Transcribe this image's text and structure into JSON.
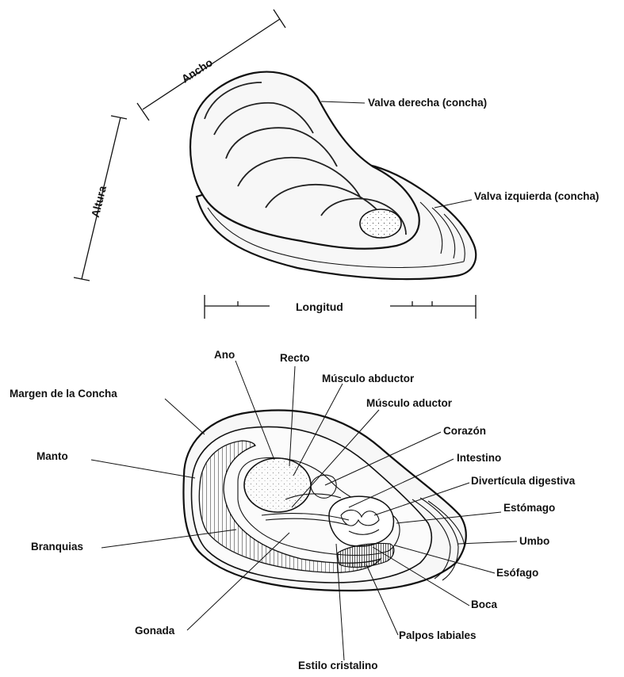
{
  "top_figure": {
    "dimensions": {
      "width": "Ancho",
      "height": "Altura",
      "length": "Longitud"
    },
    "labels": {
      "right_valve": "Valva derecha (concha)",
      "left_valve": "Valva izquierda (concha)"
    }
  },
  "bottom_figure": {
    "labels": {
      "anus": "Ano",
      "rectum": "Recto",
      "abductor_muscle": "Músculo abductor",
      "adductor_muscle": "Músculo aductor",
      "shell_margin": "Margen de la Concha",
      "heart": "Corazón",
      "mantle": "Manto",
      "intestine": "Intestino",
      "digestive_diverticula": "Divertícula digestiva",
      "stomach": "Estómago",
      "gills": "Branquias",
      "umbo": "Umbo",
      "esophagus": "Esófago",
      "mouth": "Boca",
      "gonad": "Gonada",
      "labial_palps": "Palpos labiales",
      "crystalline_style": "Estilo cristalino"
    }
  }
}
